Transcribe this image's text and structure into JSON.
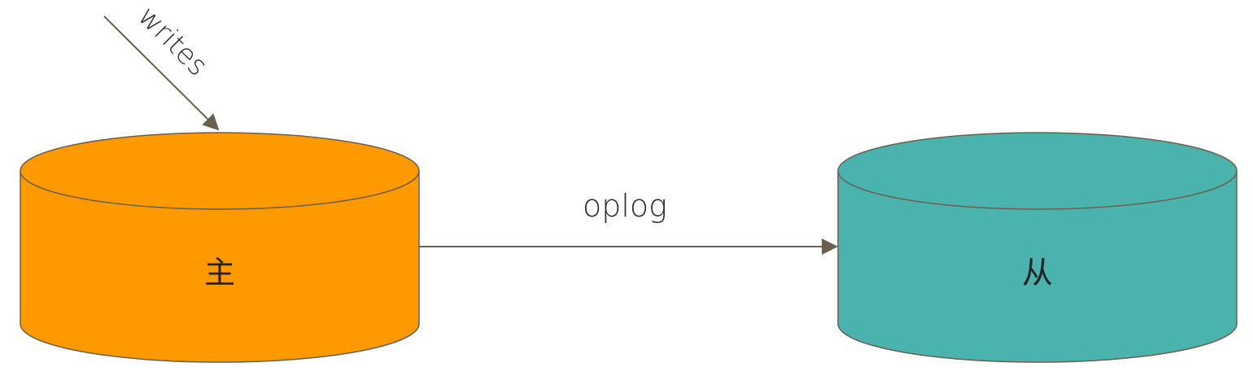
{
  "diagram": {
    "nodes": {
      "primary": {
        "label": "主",
        "color": "#FF9900"
      },
      "secondary": {
        "label": "从",
        "color": "#4BB3AE"
      }
    },
    "edges": {
      "writes": {
        "label": "writes"
      },
      "oplog": {
        "label": "oplog"
      }
    },
    "line_color": "#6B5F4E"
  }
}
